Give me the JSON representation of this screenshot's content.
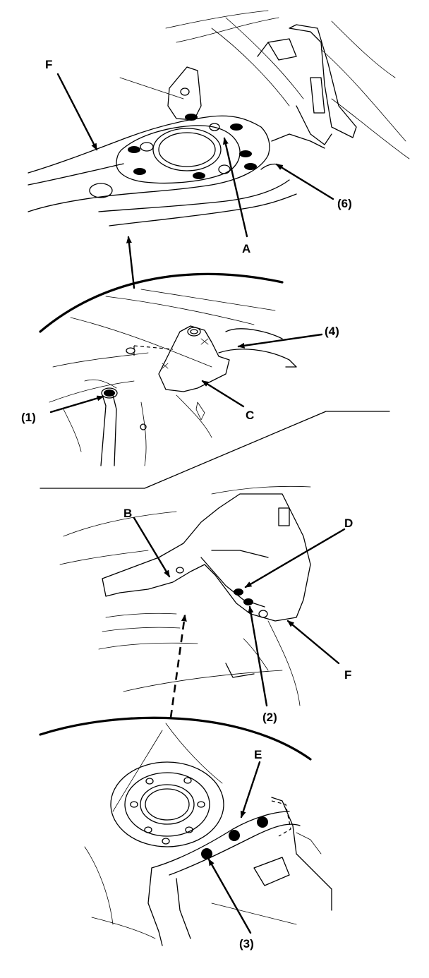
{
  "labels": {
    "F_top": "F",
    "A": "A",
    "six": "(6)",
    "four": "(4)",
    "one": "(1)",
    "C": "C",
    "B": "B",
    "D": "D",
    "F_mid": "F",
    "two": "(2)",
    "E": "E",
    "three": "(3)"
  }
}
